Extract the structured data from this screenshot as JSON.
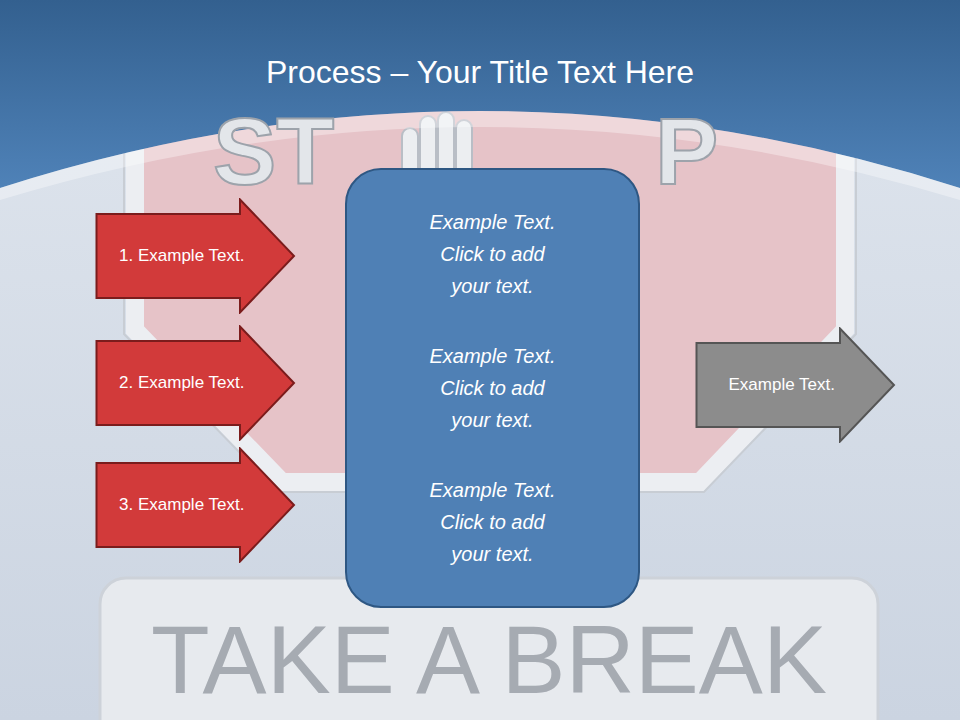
{
  "diagram": {
    "title": "Process – Your Title Text Here",
    "nodes": [
      {
        "text": [
          "1. Example Text."
        ]
      },
      {
        "text": [
          "2. Example Text."
        ]
      },
      {
        "text": [
          "3. Example Text."
        ]
      },
      {
        "text": [
          "Example Text. Click to add your text.",
          "Example Text. Click to add your text.",
          "Example Text. Click to add your text."
        ]
      },
      {
        "text": [
          "Example Text."
        ]
      }
    ],
    "labels": [
      "ST",
      "P",
      "TAKE A BREAK"
    ]
  }
}
